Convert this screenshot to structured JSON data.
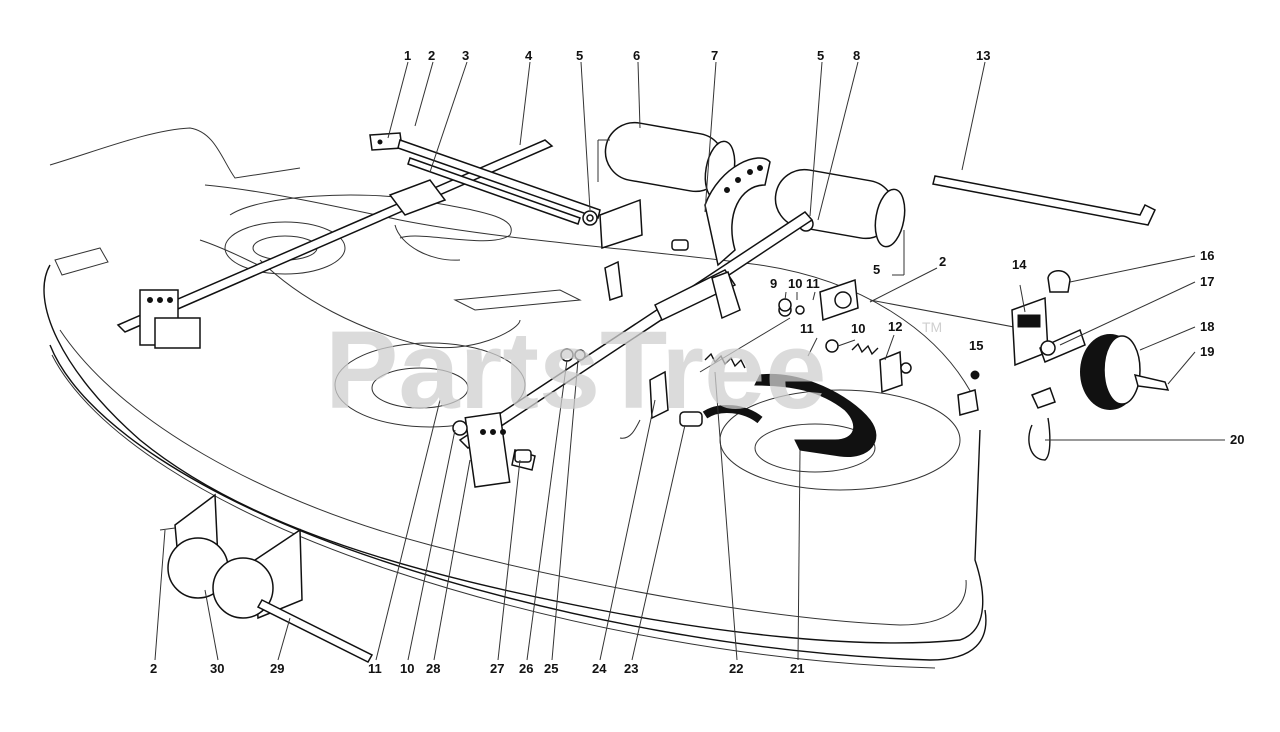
{
  "watermark": {
    "text": "PartsTree",
    "trademark": "TM"
  },
  "callouts": {
    "c1": "1",
    "c2a": "2",
    "c3": "3",
    "c4": "4",
    "c5a": "5",
    "c6": "6",
    "c7": "7",
    "c5b": "5",
    "c8": "8",
    "c13": "13",
    "c9": "9",
    "c10a": "10",
    "c11a": "11",
    "c5c": "5",
    "c2b": "2",
    "c11b": "11",
    "c10b": "10",
    "c12": "12",
    "c14": "14",
    "c15": "15",
    "c16": "16",
    "c17": "17",
    "c18": "18",
    "c19": "19",
    "c20": "20",
    "c2c": "2",
    "c30": "30",
    "c29": "29",
    "c11c": "11",
    "c10c": "10",
    "c28": "28",
    "c27": "27",
    "c26": "26",
    "c25": "25",
    "c24": "24",
    "c23": "23",
    "c22": "22",
    "c21": "21"
  }
}
